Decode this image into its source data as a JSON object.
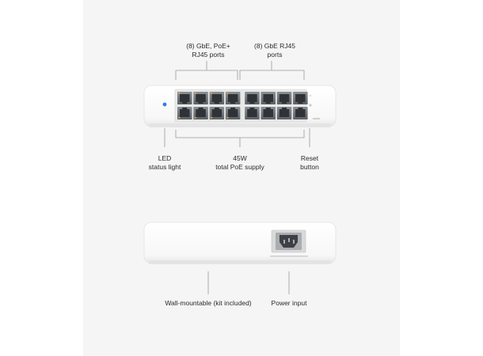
{
  "front": {
    "label_poe_ports_line1": "(8) GbE, PoE+",
    "label_poe_ports_line2": "RJ45 ports",
    "label_rj45_ports_line1": "(8) GbE RJ45",
    "label_rj45_ports_line2": "ports",
    "label_led_line1": "LED",
    "label_led_line2": "status light",
    "label_poe_supply_line1": "45W",
    "label_poe_supply_line2": "total PoE supply",
    "label_reset_line1": "Reset",
    "label_reset_line2": "button"
  },
  "back": {
    "label_wall_mount": "Wall-mountable (kit included)",
    "label_power_input": "Power input"
  },
  "colors": {
    "panel_bg": "#f5f5f5",
    "device_body": "#ffffff",
    "led_blue": "#2f7cf6",
    "port_metal": "#6e7378",
    "callout_line": "#9a9a9a"
  }
}
